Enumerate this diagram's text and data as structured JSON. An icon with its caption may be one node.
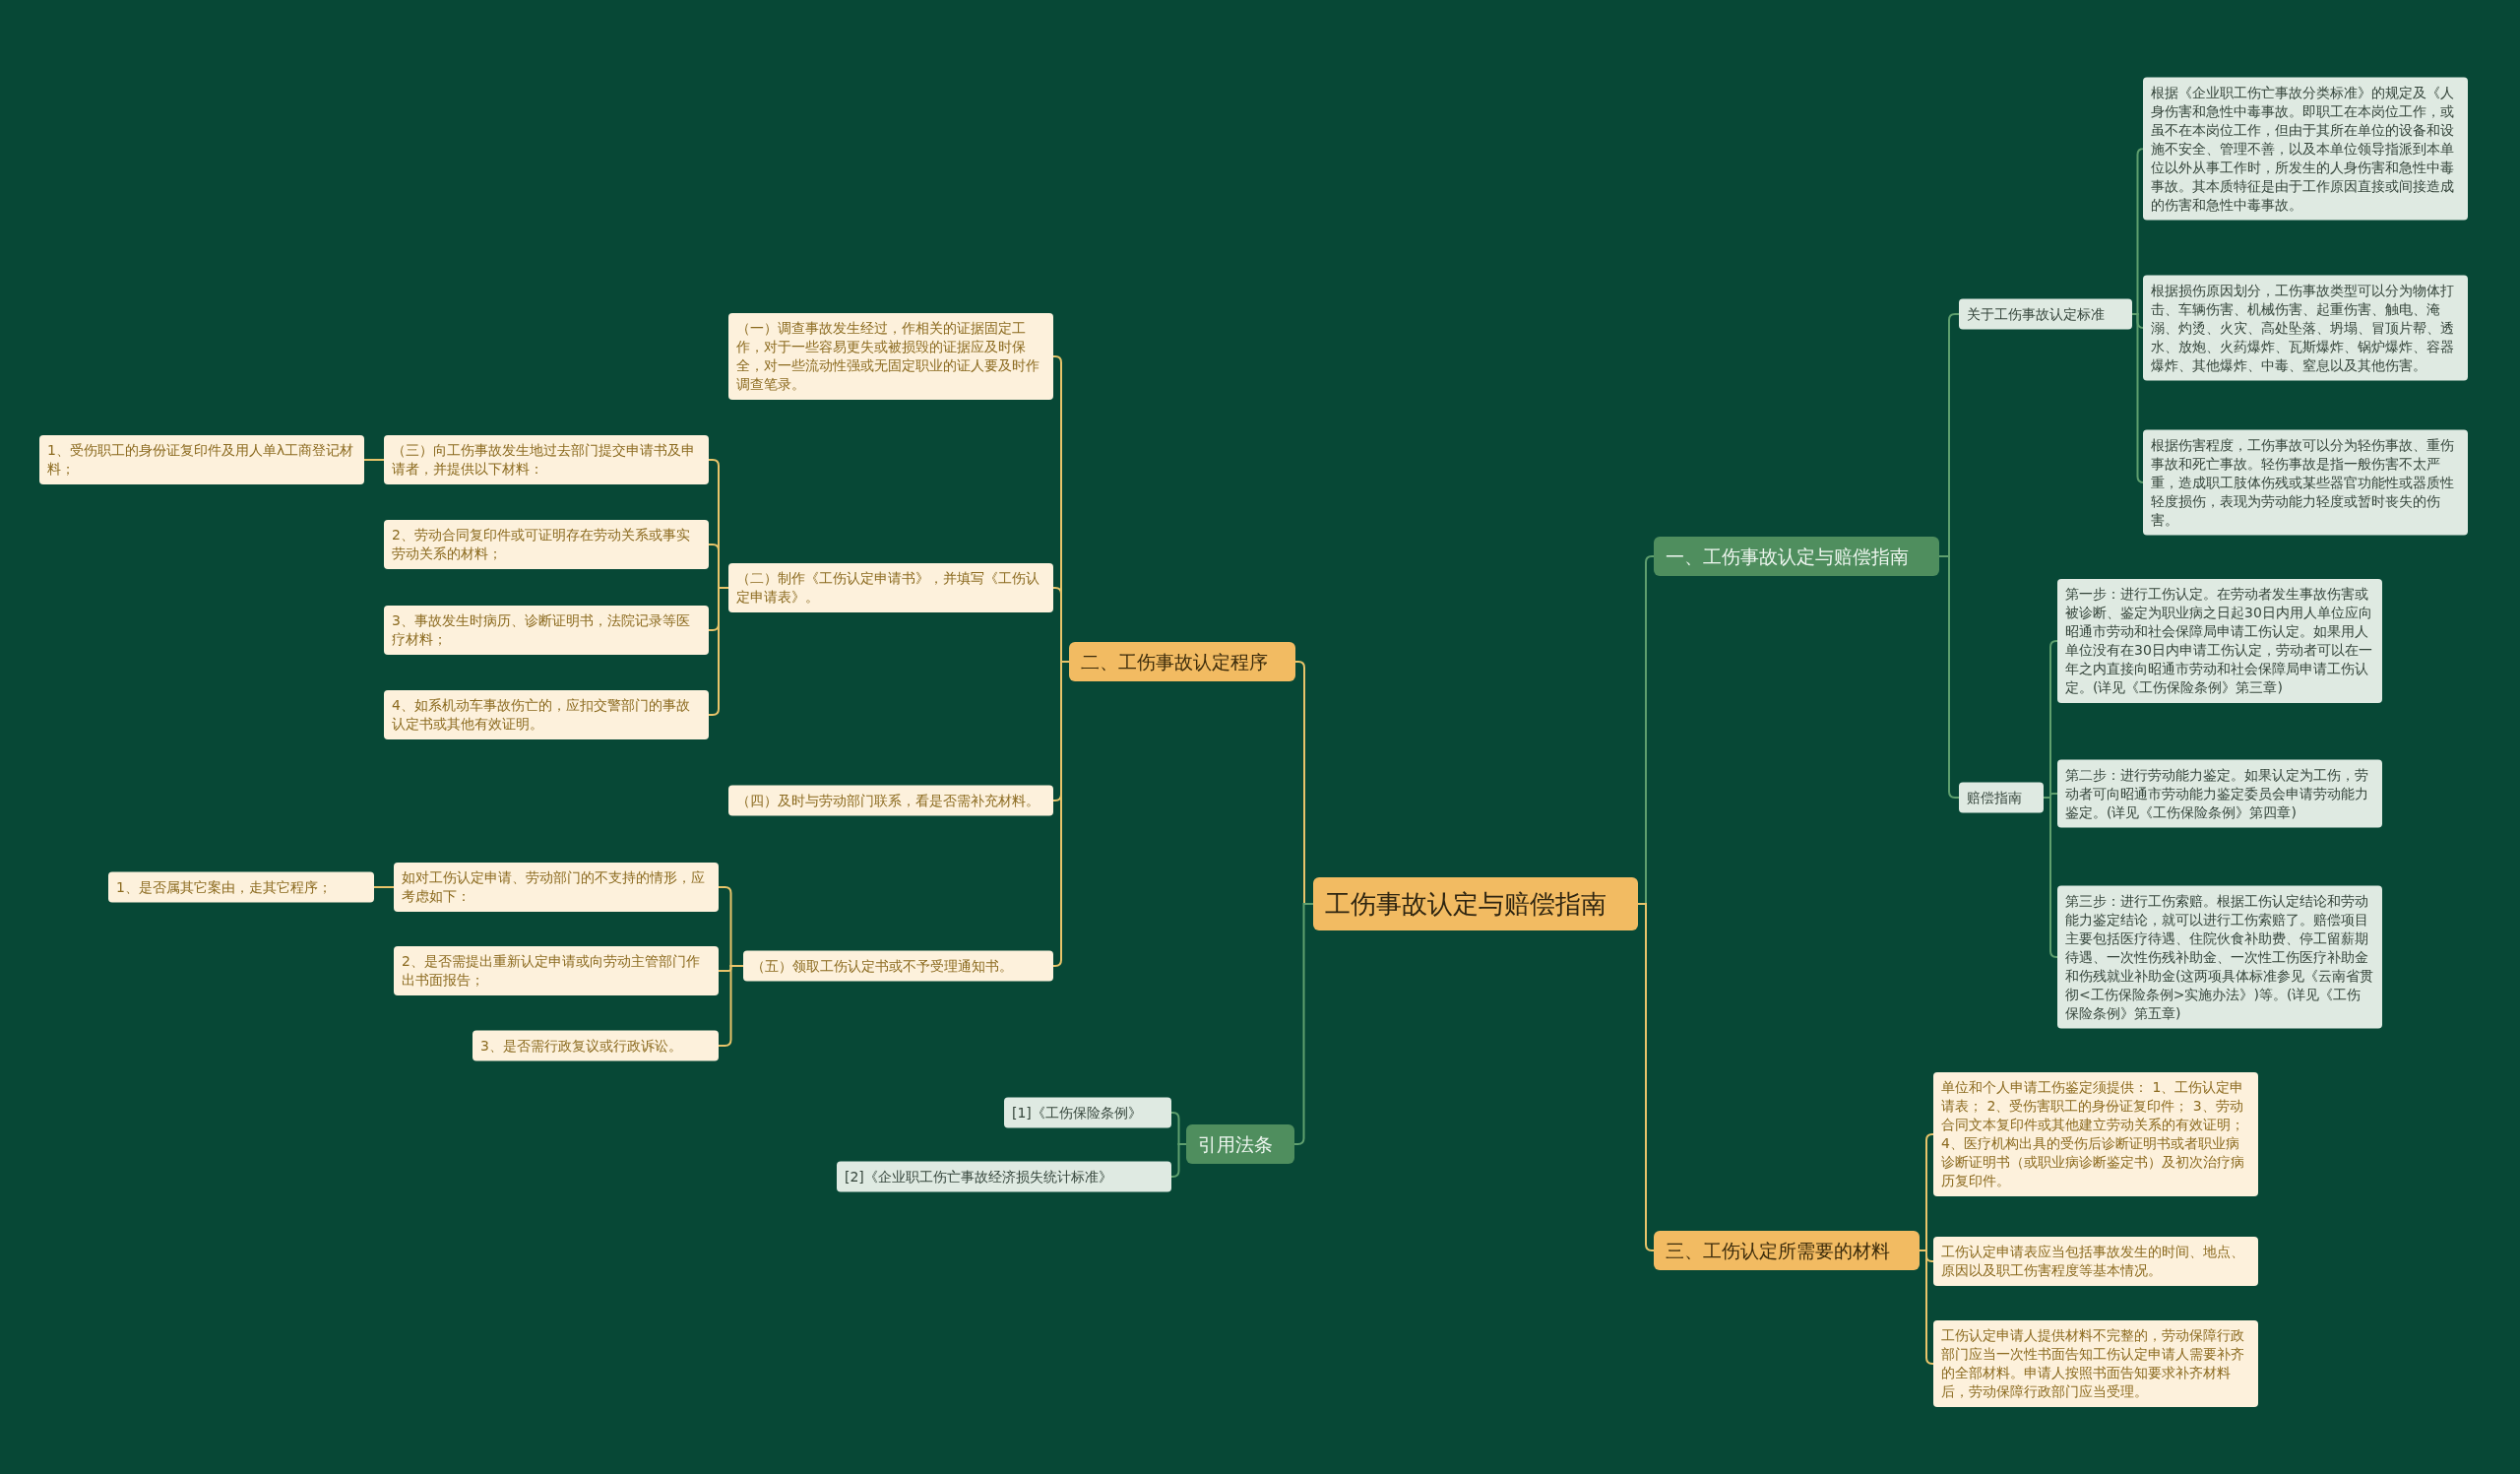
{
  "diagram": {
    "nodes": [
      {
        "text": [
          "工伤事故认定与赔偿指南"
        ]
      },
      {
        "text": [
          "一、工伤事故认定与赔偿指南"
        ]
      },
      {
        "text": [
          "关于工伤事故认定标准"
        ]
      },
      {
        "text": [
          "根据《企业职工伤亡事故分类标准》的规定及《人身伤害和急性中毒事故。即职工在本岗位工作，或虽不在本岗位工作，但由于其所在单位的设备和设施不安全、管理不善，以及本单位领导指派到本单位以外从事工作时，所发生的人身伤害和急性中毒事故。其本质特征是由于工作原因直接或间接造成的伤害和急性中毒事故。"
        ]
      },
      {
        "text": [
          "根据损伤原因划分，工伤事故类型可以分为物体打击、车辆伤害、机械伤害、起重伤害、触电、淹溺、灼烫、火灾、高处坠落、坍塌、冒顶片帮、透水、放炮、火药爆炸、瓦斯爆炸、锅炉爆炸、容器爆炸、其他爆炸、中毒、窒息以及其他伤害。"
        ]
      },
      {
        "text": [
          "根据伤害程度，工伤事故可以分为轻伤事故、重伤事故和死亡事故。轻伤事故是指一般伤害不太严重，造成职工肢体伤残或某些器官功能性或器质性轻度损伤，表现为劳动能力轻度或暂时丧失的伤害。"
        ]
      },
      {
        "text": [
          "赔偿指南"
        ]
      },
      {
        "text": [
          "第一步：进行工伤认定。在劳动者发生事故伤害或被诊断、鉴定为职业病之日起30日内用人单位应向昭通市劳动和社会保障局申请工伤认定。如果用人单位没有在30日内申请工伤认定，劳动者可以在一年之内直接向昭通市劳动和社会保障局申请工伤认定。(详见《工伤保险条例》第三章)"
        ]
      },
      {
        "text": [
          "第二步：进行劳动能力鉴定。如果认定为工伤，劳动者可向昭通市劳动能力鉴定委员会申请劳动能力鉴定。(详见《工伤保险条例》第四章)"
        ]
      },
      {
        "text": [
          "第三步：进行工伤索赔。根据工伤认定结论和劳动能力鉴定结论，就可以进行工伤索赔了。赔偿项目主要包括医疗待遇、住院伙食补助费、停工留薪期待遇、一次性伤残补助金、一次性工伤医疗补助金和伤残就业补助金(这两项具体标准参见《云南省贯彻<工伤保险条例>实施办法》)等。(详见《工伤保险条例》第五章)"
        ]
      },
      {
        "text": [
          "三、工伤认定所需要的材料"
        ]
      },
      {
        "text": [
          "单位和个人申请工伤鉴定须提供： 1、工伤认定申请表； 2、受伤害职工的身份证复印件； 3、劳动合同文本复印件或其他建立劳动关系的有效证明； 4、医疗机构出具的受伤后诊断证明书或者职业病诊断证明书（或职业病诊断鉴定书）及初次治疗病历复印件。"
        ]
      },
      {
        "text": [
          "工伤认定申请表应当包括事故发生的时间、地点、原因以及职工伤害程度等基本情况。"
        ]
      },
      {
        "text": [
          "工伤认定申请人提供材料不完整的，劳动保障行政部门应当一次性书面告知工伤认定申请人需要补齐的全部材料。申请人按照书面告知要求补齐材料后，劳动保障行政部门应当受理。"
        ]
      },
      {
        "text": [
          "二、工伤事故认定程序"
        ]
      },
      {
        "text": [
          "（一）调查事故发生经过，作相关的证据固定工作，对于一些容易更失或被损毁的证据应及时保全，对一些流动性强或无固定职业的证人要及时作调查笔录。"
        ]
      },
      {
        "text": [
          "（二）制作《工伤认定申请书》，并填写《工伤认定申请表》。"
        ]
      },
      {
        "text": [
          "（三）向工伤事故发生地过去部门提交申请书及申请者，并提供以下材料："
        ]
      },
      {
        "text": [
          "1、受伤职工的身份证复印件及用人单λ工商登记材料；"
        ]
      },
      {
        "text": [
          "2、劳动合同复印件或可证明存在劳动关系或事实劳动关系的材料；"
        ]
      },
      {
        "text": [
          "3、事故发生时病历、诊断证明书，法院记录等医疗材料；"
        ]
      },
      {
        "text": [
          "4、如系机动车事故伤亡的，应扣交警部门的事故认定书或其他有效证明。"
        ]
      },
      {
        "text": [
          "（四）及时与劳动部门联系，看是否需补充材料。"
        ]
      },
      {
        "text": [
          "（五）领取工伤认定书或不予受理通知书。"
        ]
      },
      {
        "text": [
          "如对工伤认定申请、劳动部门的不支持的情形，应考虑如下："
        ]
      },
      {
        "text": [
          "1、是否属其它案由，走其它程序；"
        ]
      },
      {
        "text": [
          "2、是否需提出重新认定申请或向劳动主管部门作出书面报告；"
        ]
      },
      {
        "text": [
          "3、是否需行政复议或行政诉讼。"
        ]
      },
      {
        "text": [
          "引用法条"
        ]
      },
      {
        "text": [
          "[1]《工伤保险条例》"
        ]
      },
      {
        "text": [
          "[2]《企业职工伤亡事故经济损失统计标准》"
        ]
      }
    ],
    "edges": [
      {
        "from": 0,
        "to": 1,
        "arrow": "none",
        "color": "#5f9f6e"
      },
      {
        "from": 1,
        "to": 2,
        "arrow": "none",
        "color": "#5f9f6e"
      },
      {
        "from": 2,
        "to": 3,
        "arrow": "none",
        "color": "#5f9f6e"
      },
      {
        "from": 2,
        "to": 4,
        "arrow": "none",
        "color": "#5f9f6e"
      },
      {
        "from": 2,
        "to": 5,
        "arrow": "none",
        "color": "#5f9f6e"
      },
      {
        "from": 1,
        "to": 6,
        "arrow": "none",
        "color": "#5f9f6e"
      },
      {
        "from": 6,
        "to": 7,
        "arrow": "none",
        "color": "#5f9f6e"
      },
      {
        "from": 6,
        "to": 8,
        "arrow": "none",
        "color": "#5f9f6e"
      },
      {
        "from": 6,
        "to": 9,
        "arrow": "none",
        "color": "#5f9f6e"
      },
      {
        "from": 0,
        "to": 10,
        "arrow": "none"
      },
      {
        "from": 10,
        "to": 11,
        "arrow": "none"
      },
      {
        "from": 10,
        "to": 12,
        "arrow": "none"
      },
      {
        "from": 10,
        "to": 13,
        "arrow": "none"
      },
      {
        "from": 0,
        "to": 14,
        "arrow": "none"
      },
      {
        "from": 14,
        "to": 15,
        "arrow": "none"
      },
      {
        "from": 14,
        "to": 16,
        "arrow": "none"
      },
      {
        "from": 16,
        "to": 17,
        "arrow": "none"
      },
      {
        "from": 17,
        "to": 18,
        "arrow": "none"
      },
      {
        "from": 16,
        "to": 19,
        "arrow": "none"
      },
      {
        "from": 16,
        "to": 20,
        "arrow": "none"
      },
      {
        "from": 16,
        "to": 21,
        "arrow": "none"
      },
      {
        "from": 14,
        "to": 22,
        "arrow": "none"
      },
      {
        "from": 14,
        "to": 23,
        "arrow": "none"
      },
      {
        "from": 23,
        "to": 24,
        "arrow": "none"
      },
      {
        "from": 24,
        "to": 25,
        "arrow": "none"
      },
      {
        "from": 23,
        "to": 26,
        "arrow": "none"
      },
      {
        "from": 23,
        "to": 27,
        "arrow": "none"
      },
      {
        "from": 0,
        "to": 28,
        "arrow": "none",
        "color": "#5f9f6e"
      },
      {
        "from": 28,
        "to": 29,
        "arrow": "none",
        "color": "#5f9f6e"
      },
      {
        "from": 28,
        "to": 30,
        "arrow": "none",
        "color": "#5f9f6e"
      }
    ]
  }
}
